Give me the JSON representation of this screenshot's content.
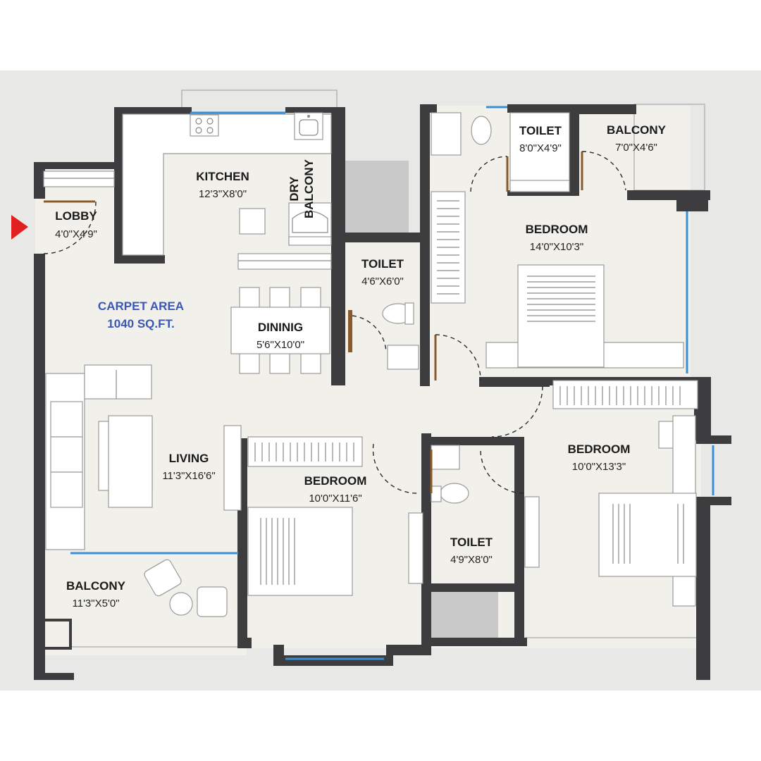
{
  "colors": {
    "background": "#e8e9e6",
    "floor": "#f1f0eb",
    "wall": "#3d3d3f",
    "carpet_text": "#3a57b5",
    "glass": "#3a8fd6",
    "entry_marker": "#e02020",
    "door": "#8b5a2b"
  },
  "carpet_area": {
    "label": "CARPET AREA",
    "value": "1040 SQ.FT."
  },
  "rooms": {
    "kitchen": {
      "name": "KITCHEN",
      "dims": "12'3\"X8'0\""
    },
    "dry_balcony": {
      "name_line1": "DRY",
      "name_line2": "BALCONY"
    },
    "lobby": {
      "name": "LOBBY",
      "dims": "4'0\"X4'9\""
    },
    "toilet_common": {
      "name": "TOILET",
      "dims": "4'6\"X6'0\""
    },
    "dining": {
      "name": "DININIG",
      "dims": "5'6\"X10'0\""
    },
    "living": {
      "name": "LIVING",
      "dims": "11'3\"X16'6\""
    },
    "balcony_living": {
      "name": "BALCONY",
      "dims": "11'3\"X5'0\""
    },
    "bedroom_top": {
      "name": "BEDROOM",
      "dims": "14'0\"X10'3\""
    },
    "toilet_top": {
      "name": "TOILET",
      "dims": "8'0\"X4'9\""
    },
    "balcony_top": {
      "name": "BALCONY",
      "dims": "7'0\"X4'6\""
    },
    "bedroom_right": {
      "name": "BEDROOM",
      "dims": "10'0\"X13'3\""
    },
    "bedroom_middle": {
      "name": "BEDROOM",
      "dims": "10'0\"X11'6\""
    },
    "toilet_bottom": {
      "name": "TOILET",
      "dims": "4'9\"X8'0\""
    }
  },
  "icons": {
    "entry": "entry-arrow-icon",
    "stove": "stove-icon",
    "sink": "sink-icon",
    "wc": "wc-icon",
    "bed": "bed-icon",
    "sofa": "sofa-icon",
    "dining_table": "dining-table-icon",
    "wardrobe": "wardrobe-icon"
  }
}
